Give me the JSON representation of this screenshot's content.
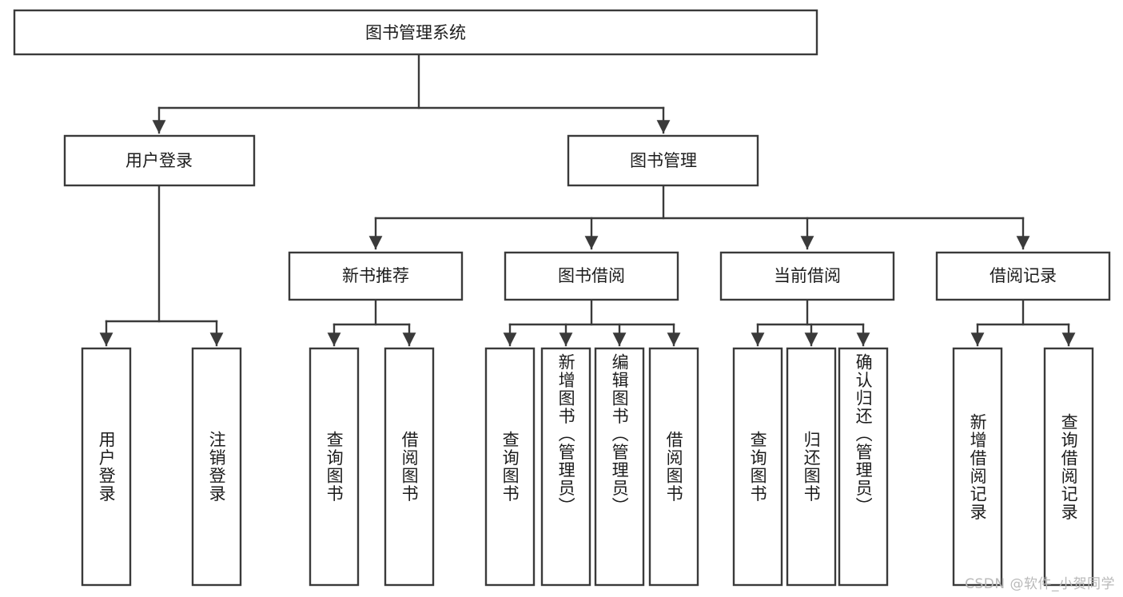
{
  "diagram": {
    "type": "tree-hierarchy-chart",
    "title": "图书管理系统",
    "watermark": "CSDN @软件_小贺同学",
    "colors": {
      "box_stroke": "#3a3a3a",
      "box_fill": "#ffffff",
      "text": "#1c1c1c",
      "connector": "#3a3a3a",
      "watermark": "#b9b9b9",
      "background": "#ffffff"
    },
    "levels": {
      "root": {
        "label": "图书管理系统"
      },
      "level2": [
        {
          "label": "用户登录"
        },
        {
          "label": "图书管理"
        }
      ],
      "level3": [
        {
          "label": "新书推荐"
        },
        {
          "label": "图书借阅"
        },
        {
          "label": "当前借阅"
        },
        {
          "label": "借阅记录"
        }
      ],
      "leaves": [
        {
          "label": "用户登录",
          "parent": "用户登录"
        },
        {
          "label": "注销登录",
          "parent": "用户登录"
        },
        {
          "label": "查询图书",
          "parent": "新书推荐"
        },
        {
          "label": "借阅图书",
          "parent": "新书推荐"
        },
        {
          "label": "查询图书",
          "parent": "图书借阅"
        },
        {
          "label": "新增图书（管理员）",
          "parent": "图书借阅"
        },
        {
          "label": "编辑图书（管理员）",
          "parent": "图书借阅"
        },
        {
          "label": "借阅图书",
          "parent": "图书借阅"
        },
        {
          "label": "查询图书",
          "parent": "当前借阅"
        },
        {
          "label": "归还图书",
          "parent": "当前借阅"
        },
        {
          "label": "确认归还（管理员）",
          "parent": "当前借阅"
        },
        {
          "label": "新增借阅记录",
          "parent": "借阅记录"
        },
        {
          "label": "查询借阅记录",
          "parent": "借阅记录"
        }
      ]
    }
  }
}
